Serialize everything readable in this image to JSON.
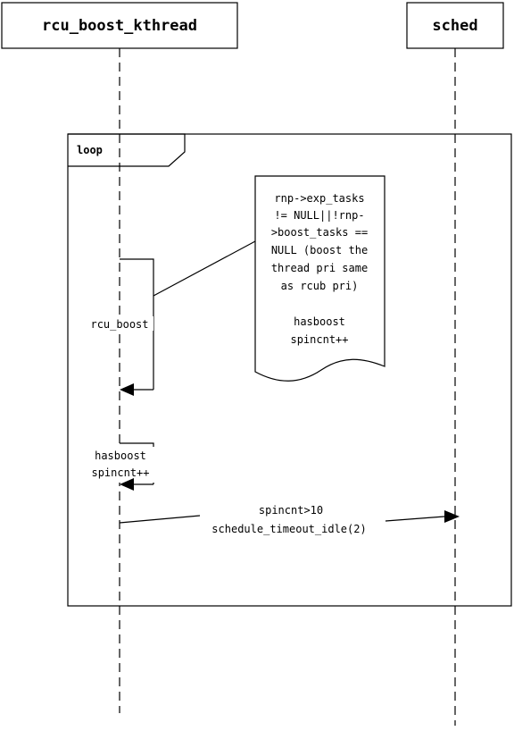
{
  "participants": {
    "kthread": "rcu_boost_kthread",
    "sched": "sched"
  },
  "frame": {
    "label": "loop"
  },
  "note": {
    "lines": [
      "rnp->exp_tasks",
      "!= NULL||!rnp-",
      ">boost_tasks ==",
      "NULL (boost the",
      "thread pri same",
      "as rcub pri)",
      "",
      "hasboost",
      "spincnt++"
    ]
  },
  "messages": {
    "rcu_boost": "rcu_boost",
    "self2": [
      "hasboost",
      "spincnt++"
    ],
    "to_sched": [
      "spincnt>10",
      "schedule_timeout_idle(2)"
    ]
  },
  "colors": {
    "line": "#000000",
    "background": "#ffffff"
  }
}
